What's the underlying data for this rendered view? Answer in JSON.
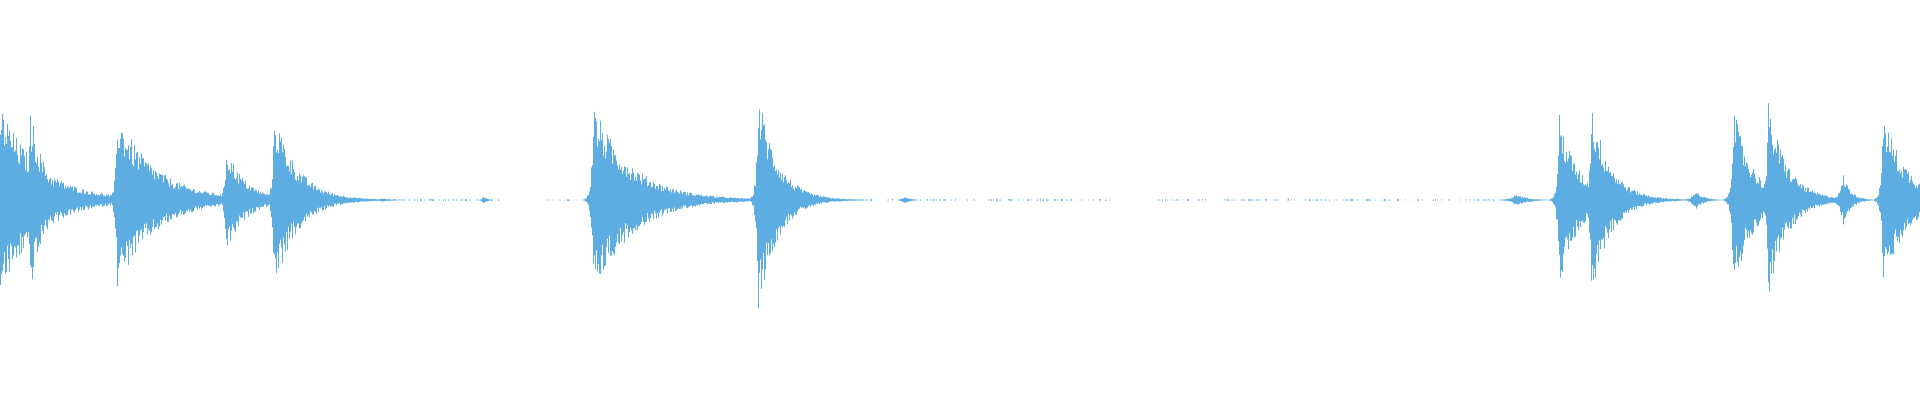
{
  "waveform": {
    "color": "#5DADE2",
    "background": "#FFFFFF",
    "centerline_fraction": 0.5,
    "bursts": [
      {
        "t": 0.0,
        "amp": 0.48,
        "decay": 0.02,
        "dir": 1
      },
      {
        "t": 0.016,
        "amp": 0.46,
        "decay": 0.008,
        "dir": 1
      },
      {
        "t": 0.038,
        "amp": 0.06,
        "decay": 0.004,
        "dir": 0
      },
      {
        "t": 0.061,
        "amp": 0.44,
        "decay": 0.02,
        "dir": 1
      },
      {
        "t": 0.075,
        "amp": 0.12,
        "decay": 0.008,
        "dir": 0
      },
      {
        "t": 0.118,
        "amp": 0.27,
        "decay": 0.01,
        "dir": 1
      },
      {
        "t": 0.143,
        "amp": 0.45,
        "decay": 0.012,
        "dir": 1
      },
      {
        "t": 0.15,
        "amp": 0.2,
        "decay": 0.012,
        "dir": 0
      },
      {
        "t": 0.199,
        "amp": 0.01,
        "decay": 0.004,
        "dir": 0
      },
      {
        "t": 0.252,
        "amp": 0.02,
        "decay": 0.002,
        "dir": 0
      },
      {
        "t": 0.309,
        "amp": 0.48,
        "decay": 0.02,
        "dir": 1
      },
      {
        "t": 0.395,
        "amp": 0.55,
        "decay": 0.01,
        "dir": 1
      },
      {
        "t": 0.471,
        "amp": 0.02,
        "decay": 0.003,
        "dir": 0
      },
      {
        "t": 0.79,
        "amp": 0.03,
        "decay": 0.006,
        "dir": 0
      },
      {
        "t": 0.812,
        "amp": 0.43,
        "decay": 0.01,
        "dir": 1
      },
      {
        "t": 0.829,
        "amp": 0.49,
        "decay": 0.01,
        "dir": 1
      },
      {
        "t": 0.883,
        "amp": 0.05,
        "decay": 0.004,
        "dir": 0
      },
      {
        "t": 0.903,
        "amp": 0.47,
        "decay": 0.01,
        "dir": 1
      },
      {
        "t": 0.921,
        "amp": 0.49,
        "decay": 0.01,
        "dir": 1
      },
      {
        "t": 0.96,
        "amp": 0.13,
        "decay": 0.004,
        "dir": 0
      },
      {
        "t": 0.981,
        "amp": 0.45,
        "decay": 0.012,
        "dir": 1
      },
      {
        "t": 0.998,
        "amp": 0.1,
        "decay": 0.004,
        "dir": 0
      }
    ],
    "noise_segments": [
      {
        "from": 0.2,
        "to": 0.26,
        "amp": 0.005
      },
      {
        "from": 0.285,
        "to": 0.305,
        "amp": 0.004
      },
      {
        "from": 0.42,
        "to": 0.58,
        "amp": 0.004
      },
      {
        "from": 0.6,
        "to": 0.78,
        "amp": 0.004
      }
    ]
  }
}
